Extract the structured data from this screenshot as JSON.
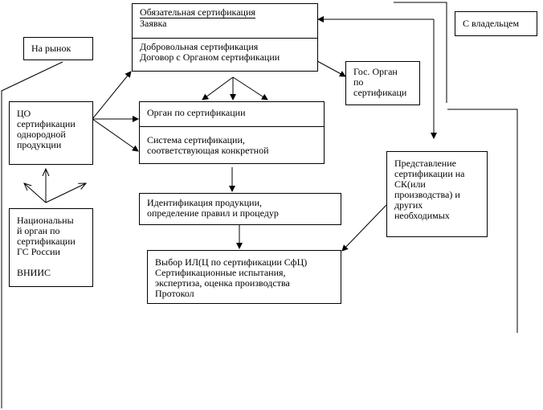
{
  "top_box": {
    "mandatory": "Обязательная сертификация",
    "application": "Заявка",
    "voluntary": "Добровольная сертификация",
    "contract": "Договор с Органом сертификации"
  },
  "market": "На рынок",
  "owner": "С владельцем",
  "gov_body": [
    "Гос. Орган",
    "по",
    "сертификаци"
  ],
  "co": [
    "ЦО",
    "сертификации",
    "однородной",
    "продукции"
  ],
  "cert_body": {
    "title": "Орган по сертификации",
    "system": [
      "Система сертификации,",
      "соответствующая конкретной"
    ]
  },
  "identification": [
    "Идентификация продукции,",
    "определение правил и процедур"
  ],
  "selection": [
    "Выбор ИЛ(Ц по сертификации  СфЦ)",
    "Сертификационные испытания,",
    "экспертиза, оценка производства",
    "Протокол"
  ],
  "national": [
    "Национальны",
    "й орган по",
    "сертификации",
    "ГС России",
    "",
    "ВНИИС"
  ],
  "submission": [
    "Представление",
    "сертификации на",
    "СК(или",
    "производства) и",
    "других",
    "необходимых"
  ]
}
